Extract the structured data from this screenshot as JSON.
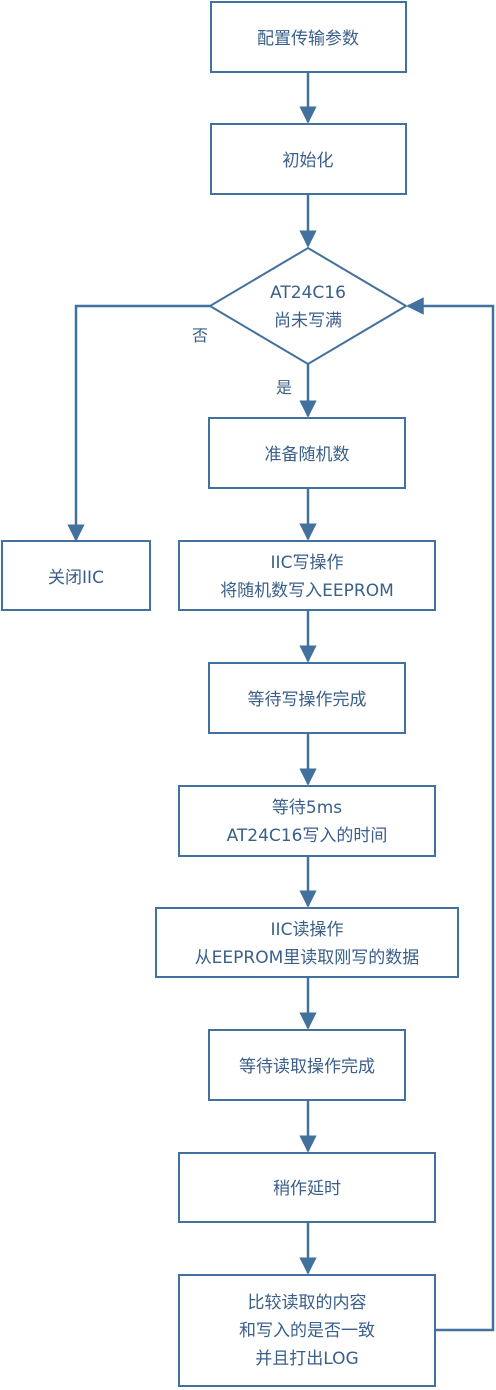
{
  "colors": {
    "line": "#41719c",
    "text": "#3a5f8a"
  },
  "nodes": {
    "config": {
      "lines": [
        "配置传输参数"
      ]
    },
    "init": {
      "lines": [
        "初始化"
      ]
    },
    "check": {
      "lines": [
        "AT24C16",
        "尚未写满"
      ]
    },
    "random": {
      "lines": [
        "准备随机数"
      ]
    },
    "close": {
      "lines": [
        "关闭IIC"
      ]
    },
    "write": {
      "lines": [
        "IIC写操作",
        "将随机数写入EEPROM"
      ]
    },
    "wait_write": {
      "lines": [
        "等待写操作完成"
      ]
    },
    "wait_5ms": {
      "lines": [
        "等待5ms",
        "AT24C16写入的时间"
      ]
    },
    "read": {
      "lines": [
        "IIC读操作",
        "从EEPROM里读取刚写的数据"
      ]
    },
    "wait_read": {
      "lines": [
        "等待读取操作完成"
      ]
    },
    "delay": {
      "lines": [
        "稍作延时"
      ]
    },
    "compare": {
      "lines": [
        "比较读取的内容",
        "和写入的是否一致",
        "并且打出LOG"
      ]
    }
  },
  "edge_labels": {
    "no": "否",
    "yes": "是"
  }
}
